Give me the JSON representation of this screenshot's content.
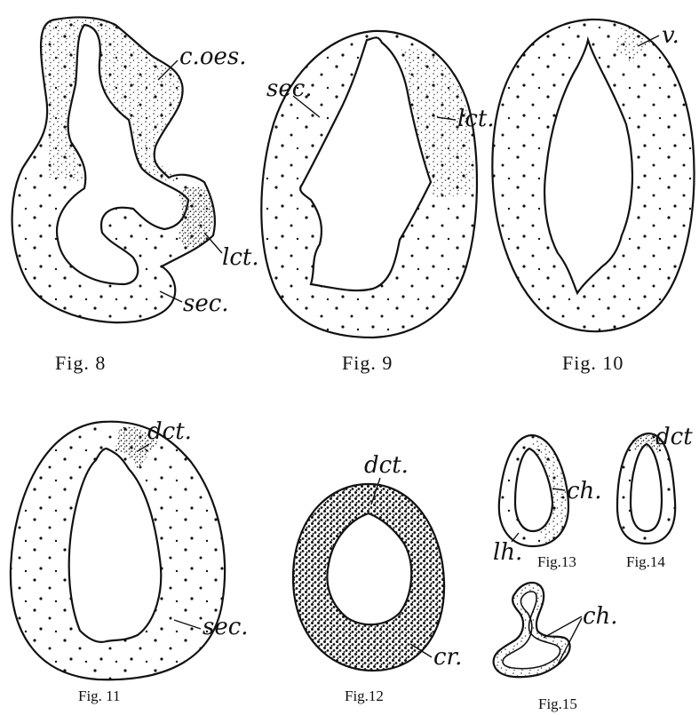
{
  "figures": {
    "fig8": {
      "caption": "Fig. 8",
      "labels": {
        "c_oes": "c.oes.",
        "lct": "lct.",
        "sec": "sec."
      }
    },
    "fig9": {
      "caption": "Fig. 9",
      "labels": {
        "sec": "sec.",
        "lct": "lct."
      }
    },
    "fig10": {
      "caption": "Fig. 10",
      "labels": {
        "v": "v."
      }
    },
    "fig11": {
      "caption": "Fig. 11",
      "labels": {
        "dct": "dct.",
        "sec": "sec."
      }
    },
    "fig12": {
      "caption": "Fig.12",
      "labels": {
        "dct": "dct.",
        "cr": "cr."
      }
    },
    "fig13": {
      "caption": "Fig.13",
      "labels": {
        "ch": "ch.",
        "lh": "lh."
      }
    },
    "fig14": {
      "caption": "Fig.14",
      "labels": {
        "dct": "dct"
      }
    },
    "fig15": {
      "caption": "Fig.15",
      "labels": {
        "ch": "ch."
      }
    }
  },
  "colors": {
    "ink": "#111111",
    "paper": "#ffffff",
    "stipple": "#4a4a4a"
  }
}
